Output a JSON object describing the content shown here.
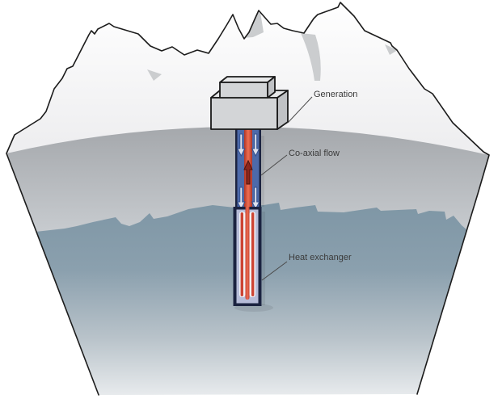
{
  "diagram": {
    "type": "geothermal-coaxial-borehole-mountain-cross-section",
    "labels": {
      "generation": "Generation",
      "coaxial_flow": "Co-axial flow",
      "heat_exchanger": "Heat exchanger"
    },
    "colors": {
      "background": "#ffffff",
      "outline": "#1c1c1c",
      "label_text": "#3b3b3b",
      "leader_line": "#4a4a4a",
      "mountain_top": "#ffffff",
      "mountain_bottom": "#ececee",
      "rock_shading": "#cbcdcf",
      "soil_top": "#a3a6aa",
      "soil_bottom": "#cdd1d5",
      "deep_rock_top": "#7e96a5",
      "deep_rock_mid": "#b9c3ca",
      "deep_rock_bottom": "#e9ecee",
      "building_front": "#d3d5d7",
      "building_top_face": "#e7e8e9",
      "building_side_face": "#c0c2c5",
      "casing_navy": "#1b2340",
      "annulus_blue": "#4d6aaa",
      "pipe_red_edge": "#b03527",
      "pipe_red_center": "#ee6e52",
      "down_arrow_fill": "#dde1ee",
      "down_arrow_stroke": "#33508e",
      "up_arrow_fill": "#8c261c",
      "hx_field_lavender": "#b6bcd8",
      "hx_pipe_white": "#f2f1f4",
      "hx_pipe_red": "#cc4434"
    }
  }
}
